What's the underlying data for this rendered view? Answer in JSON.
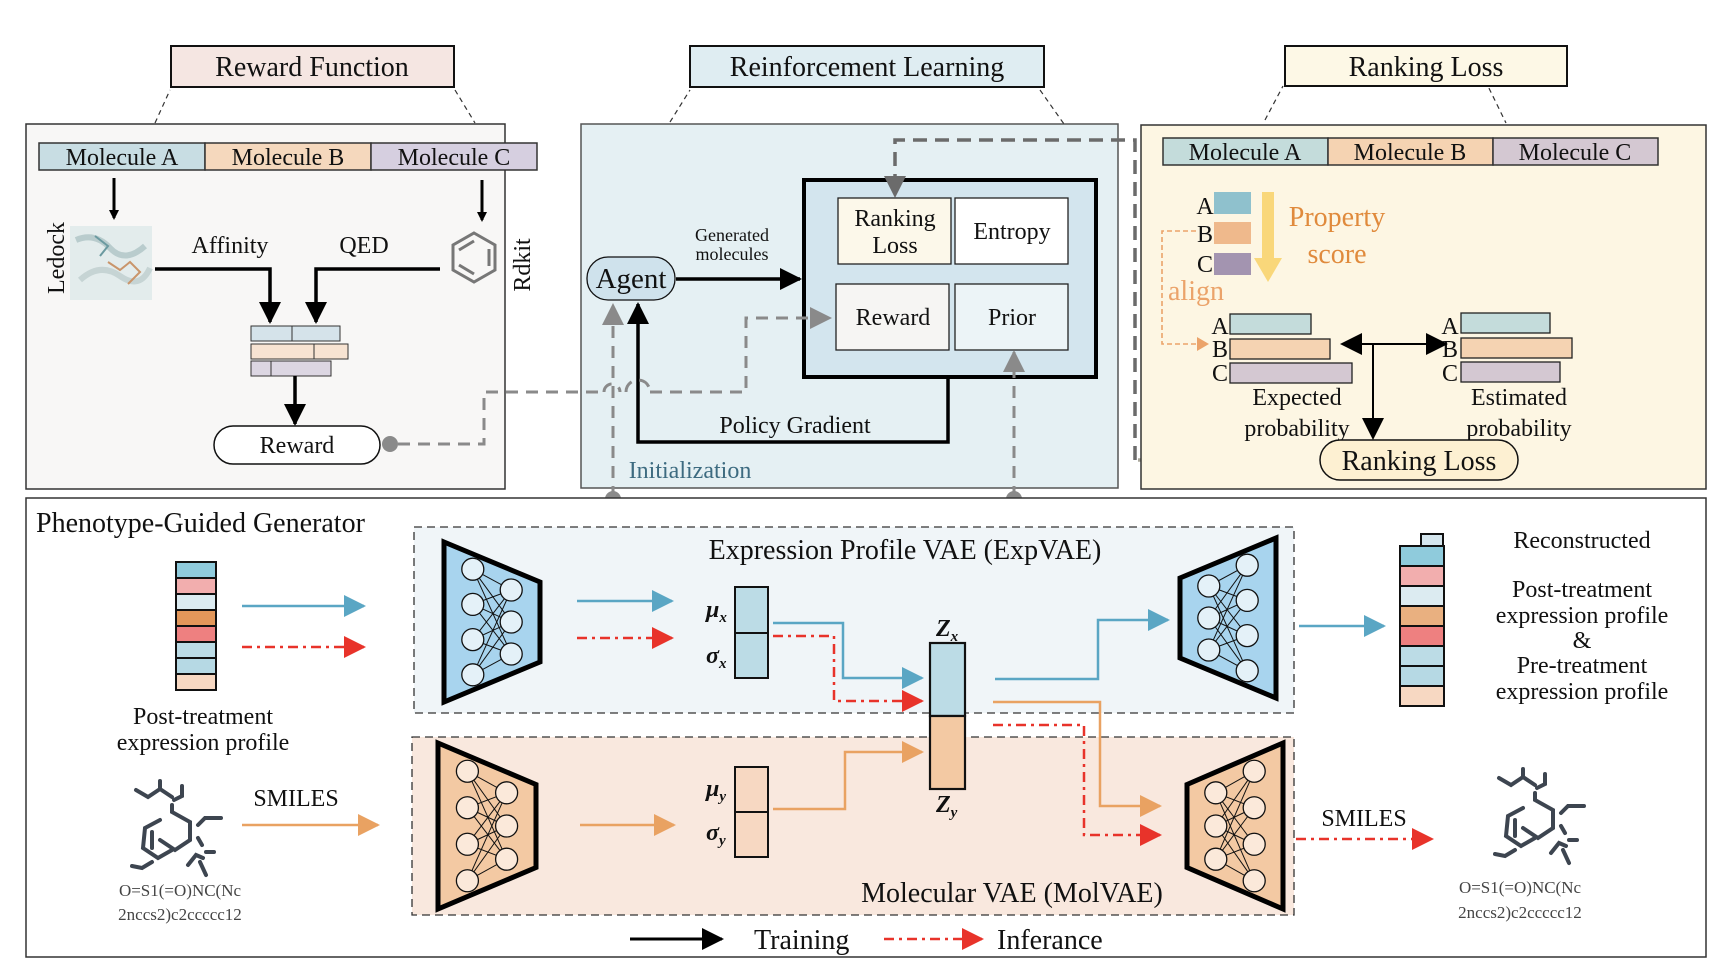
{
  "colors": {
    "mol_a": "#c8dde3",
    "mol_b": "#f5d8bd",
    "mol_c": "#d6cfe0",
    "blue_arrow": "#5aa6c4",
    "orange_arrow": "#e9a262",
    "red_arrow": "#e8332a",
    "gray_dash": "#8a8a8a",
    "property_orange": "#e08a3c",
    "align_orange": "#eba36a",
    "init_blue": "#3d6b80"
  },
  "reward_function": {
    "title": "Reward Function",
    "molecules": [
      "Molecule A",
      "Molecule B",
      "Molecule C"
    ],
    "ledock_label": "Ledock",
    "rdkit_label": "Rdkit",
    "affinity_label": "Affinity",
    "qed_label": "QED",
    "reward_node": "Reward"
  },
  "reinforcement_learning": {
    "title": "Reinforcement Learning",
    "agent": "Agent",
    "generated_molecules": [
      "Generated",
      "molecules"
    ],
    "loss_terms": {
      "ranking_loss": [
        "Ranking",
        "Loss"
      ],
      "entropy": "Entropy",
      "reward": "Reward",
      "prior": "Prior"
    },
    "policy_gradient": "Policy Gradient",
    "initialization": "Initialization"
  },
  "ranking_loss": {
    "title": "Ranking Loss",
    "molecules": [
      "Molecule A",
      "Molecule B",
      "Molecule C"
    ],
    "score_letters": [
      "A",
      "B",
      "C"
    ],
    "property_score": [
      "Property",
      "score"
    ],
    "align_label": "align",
    "expected_probability": [
      "Expected",
      "probability"
    ],
    "estimated_probability": [
      "Estimated",
      "probability"
    ],
    "ranking_loss_node": "Ranking Loss"
  },
  "generator": {
    "title": "Phenotype-Guided Generator",
    "input_profile_label": [
      "Post-treatment",
      "expression profile"
    ],
    "smiles_label": "SMILES",
    "smiles_string": [
      "O=S1(=O)NC(Nc",
      "2nccs2)c2ccccc12"
    ],
    "expvae_title": "Expression Profile VAE (ExpVAE)",
    "molvae_title": "Molecular VAE (MolVAE)",
    "mu_x": "μ",
    "sigma_x": "σ",
    "sub_x": "x",
    "sub_y": "y",
    "z_x": "Z",
    "z_y": "Z",
    "output_smiles_label": "SMILES",
    "output_smiles_string": [
      "O=S1(=O)NC(Nc",
      "2nccs2)c2ccccc12"
    ],
    "reconstructed_label": [
      "Reconstructed",
      "Post-treatment",
      "expression profile",
      "&",
      "Pre-treatment",
      "expression profile"
    ]
  },
  "legend": {
    "training": "Training",
    "inference": "Inferance"
  }
}
